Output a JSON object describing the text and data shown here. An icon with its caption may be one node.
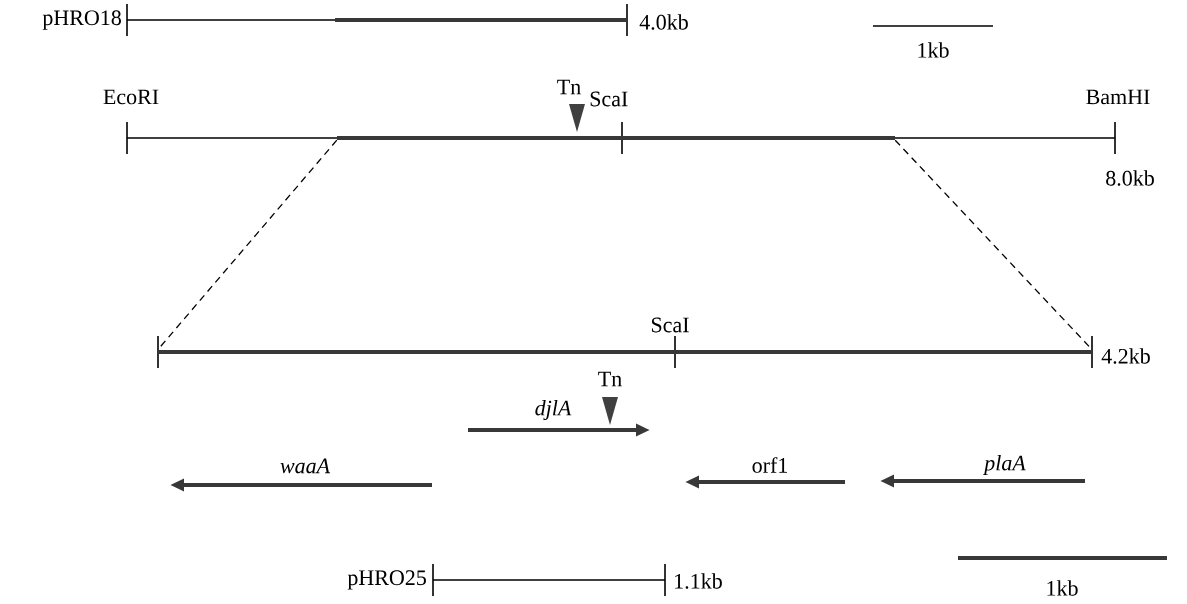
{
  "diagram": {
    "nodes": [
      {
        "text": [],
        "shape": "bar"
      },
      {
        "text": [],
        "shape": "bar"
      }
    ],
    "edges": [
      {
        "from": 0,
        "to": 1,
        "arrow": "none",
        "style": "dashed"
      },
      {
        "from": 0,
        "to": 1,
        "arrow": "none",
        "style": "dashed"
      }
    ],
    "labels": [
      "pHRO18",
      "4.0kb",
      "1kb",
      "Tn",
      "EcoRI",
      "ScaI",
      "BamHI",
      "8.0kb",
      "ScaI",
      "4.2kb",
      "Tn",
      "djlA",
      "waaA",
      "orf1",
      "plaA",
      "pHRO25",
      "1.1kb",
      "1kb"
    ]
  }
}
